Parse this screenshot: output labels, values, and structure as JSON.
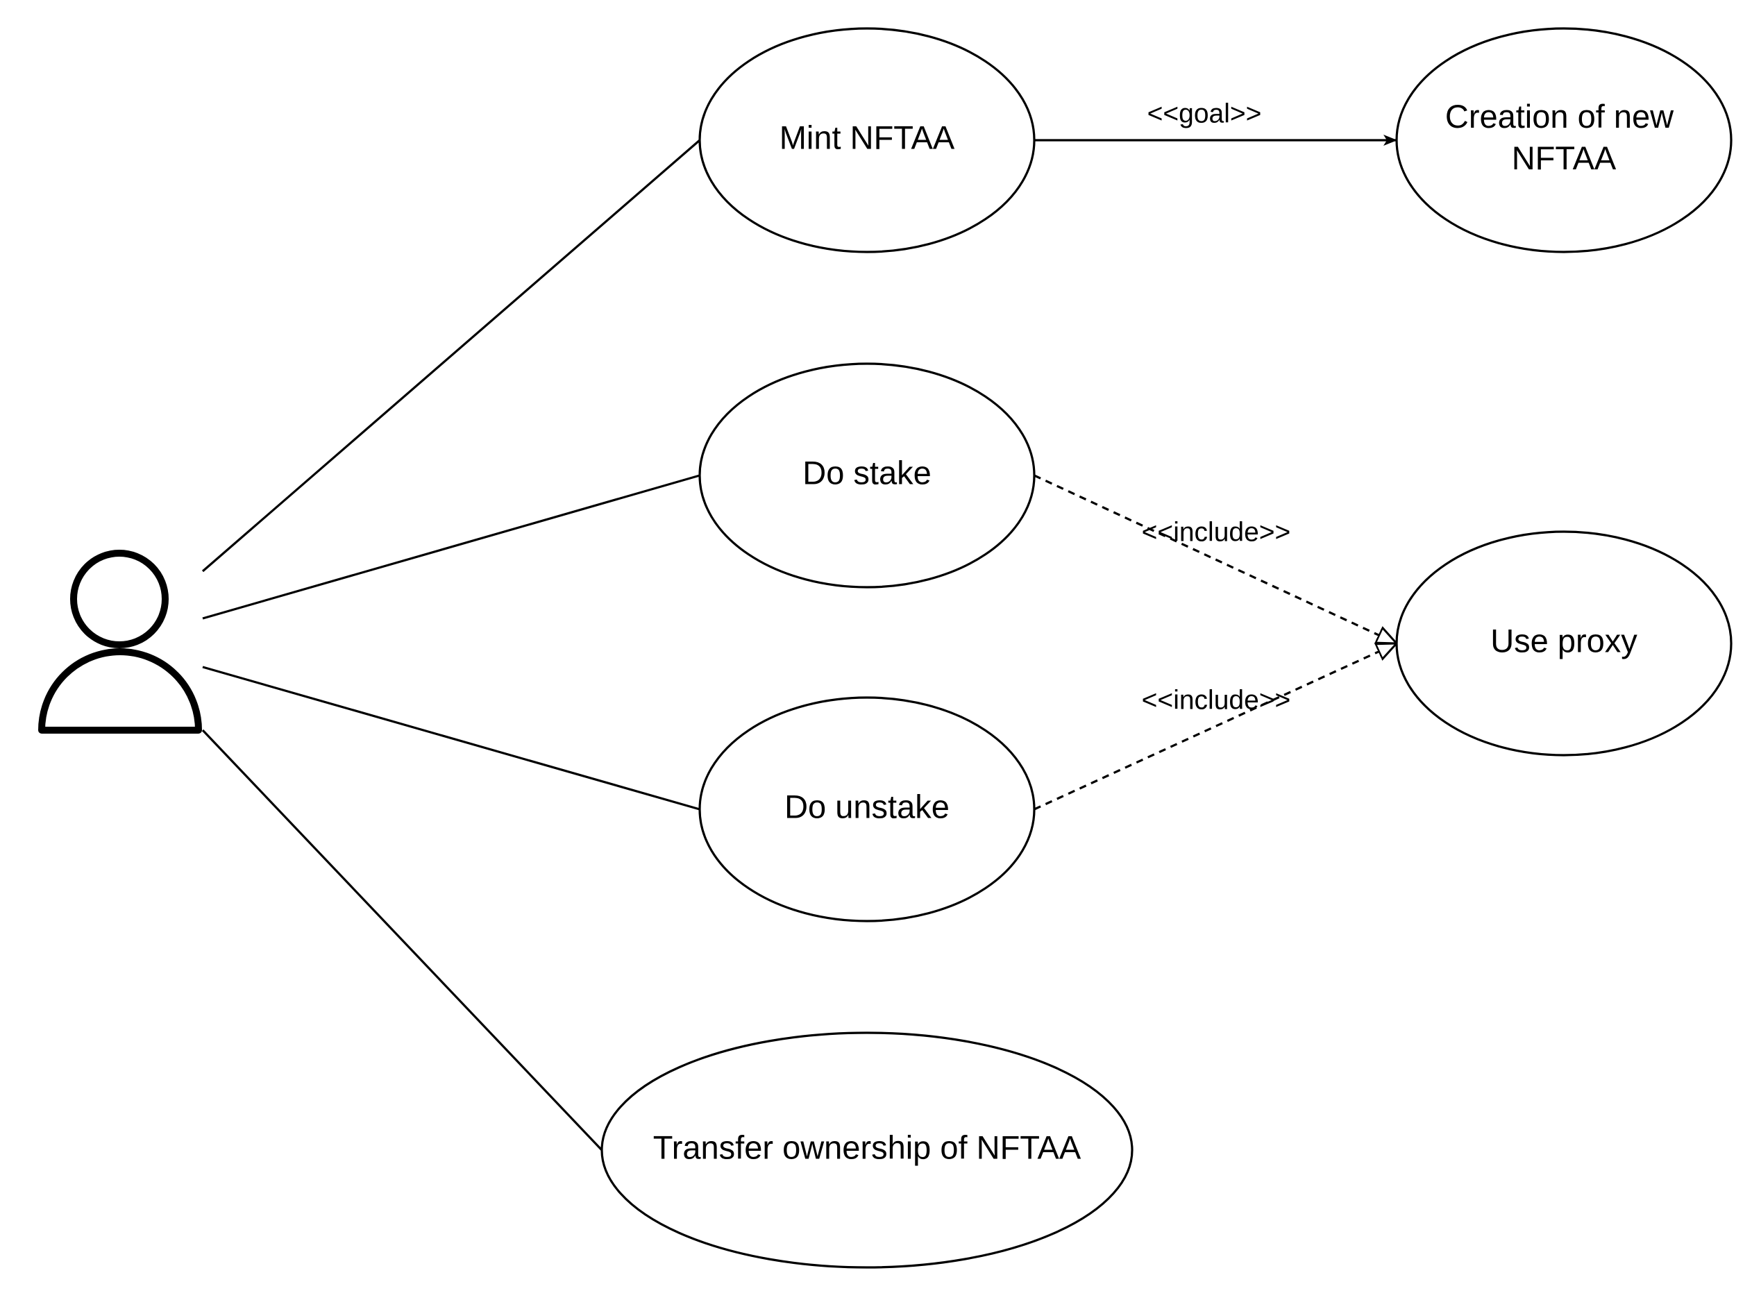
{
  "diagram": {
    "type": "use-case",
    "actor": {
      "icon": "user-icon"
    },
    "use_cases": {
      "mint": "Mint NFTAA",
      "creation_line1": "Creation of new",
      "creation_line2": "NFTAA",
      "stake": "Do stake",
      "unstake": "Do unstake",
      "proxy": "Use proxy",
      "transfer": "Transfer ownership of NFTAA"
    },
    "relations": {
      "goal": "<<goal>>",
      "include_stake": "<<include>>",
      "include_unstake": "<<include>>"
    }
  }
}
